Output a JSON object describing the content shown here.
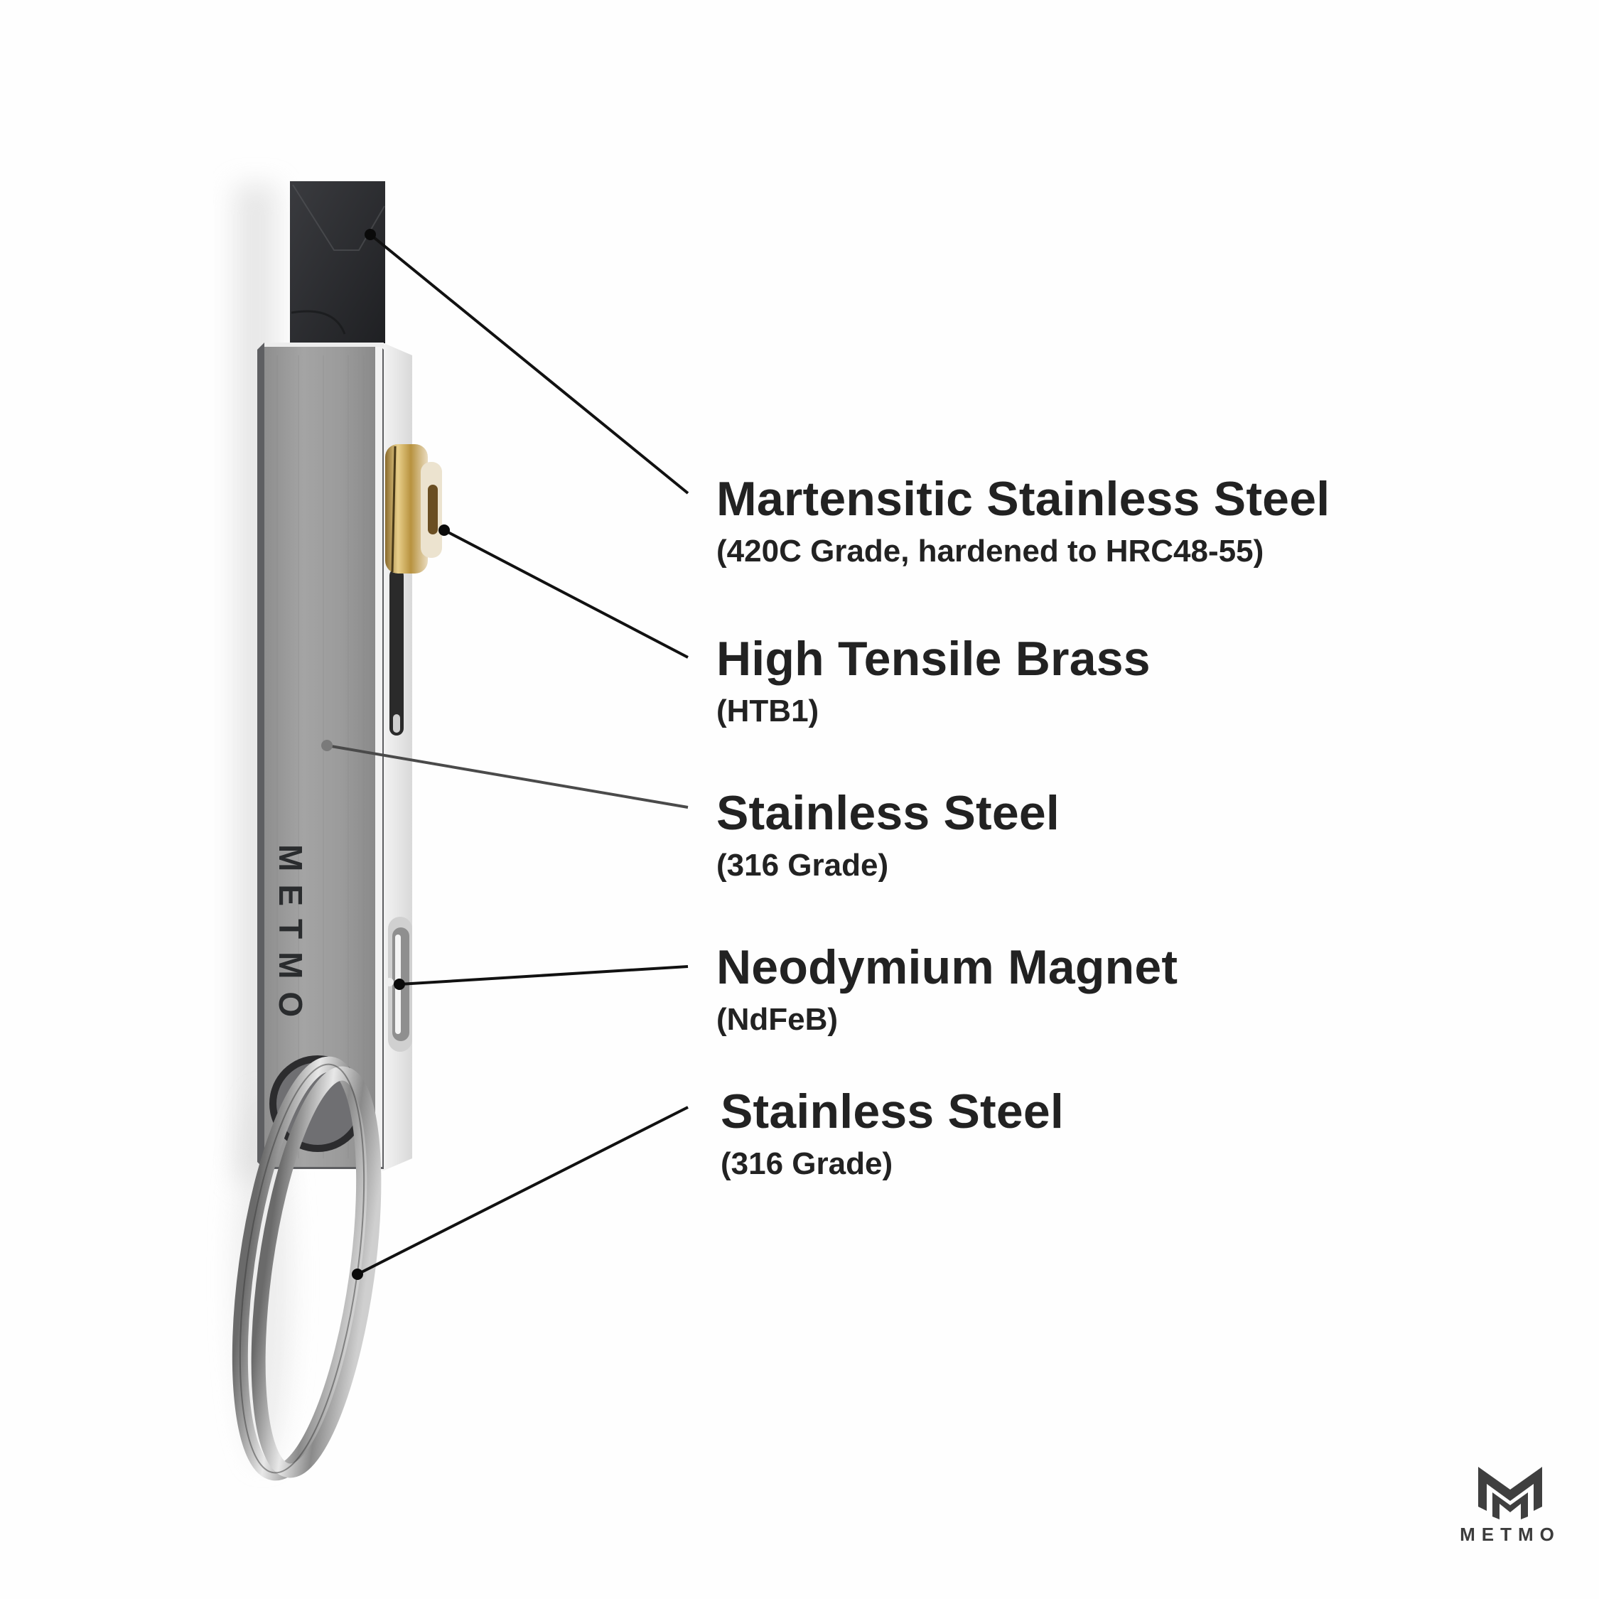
{
  "product": {
    "engraving": "METMO",
    "colors": {
      "background": "#fefefe",
      "text": "#222222",
      "blade": "#2b2c30",
      "steel_face": "#9a9a9a",
      "steel_side": "#e6e6e6",
      "brass": "#c9a65a",
      "leader_line": "#111111",
      "leader_line_muted": "#4a4a4a"
    }
  },
  "callouts": [
    {
      "title": "Martensitic Stainless Steel",
      "subtitle": "(420C Grade, hardened to HRC48-55)",
      "part": "blade"
    },
    {
      "title": "High Tensile Brass",
      "subtitle": "(HTB1)",
      "part": "slider-screw"
    },
    {
      "title": "Stainless Steel",
      "subtitle": "(316 Grade)",
      "part": "body"
    },
    {
      "title": "Neodymium Magnet",
      "subtitle": "(NdFeB)",
      "part": "magnet"
    },
    {
      "title": "Stainless Steel",
      "subtitle": "(316 Grade)",
      "part": "key-ring"
    }
  ],
  "brand": {
    "logo_icon": "metmo-m-logo-icon",
    "wordmark": "METMO"
  }
}
